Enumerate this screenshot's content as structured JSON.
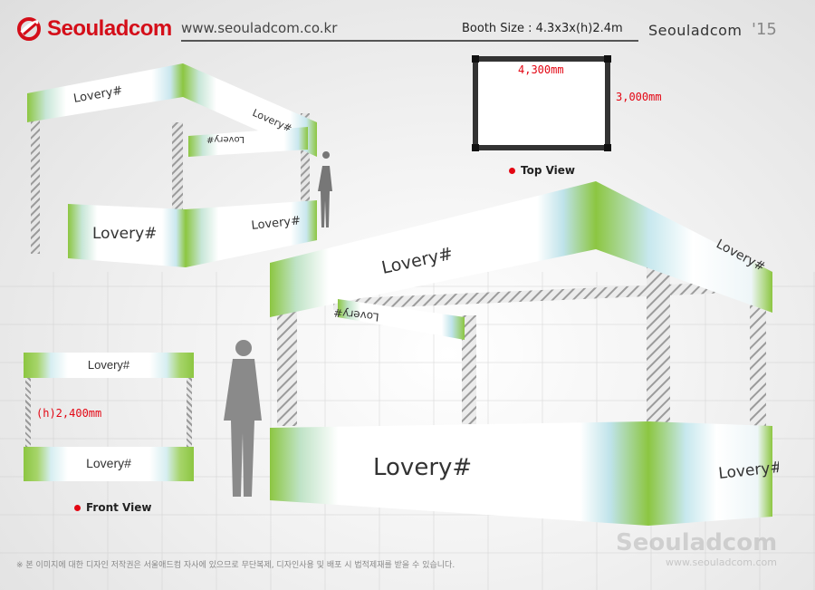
{
  "header": {
    "logo_text": "Seouladcom",
    "site_url": "www.seouladcom.co.kr",
    "booth_size": "Booth Size : 4.3x3x(h)2.4m",
    "brand": "Seouladcom",
    "year": "'15"
  },
  "top_view": {
    "width_label": "4,300mm",
    "depth_label": "3,000mm",
    "label": "Top View"
  },
  "front_view": {
    "banner_top_text": "Lovery#",
    "banner_bottom_text": "Lovery#",
    "height_label": "(h)2,400mm",
    "label": "Front View"
  },
  "booth_small": {
    "top_front_text": "Lovery#",
    "top_side_text": "Lovery#",
    "top_back_text": "Lovery#",
    "counter_front_text": "Lovery#",
    "counter_side_text": "Lovery#"
  },
  "booth_large": {
    "top_front_text": "Lovery#",
    "top_side_text": "Lovery#",
    "top_back_text": "Lovery#",
    "counter_front_text": "Lovery#",
    "counter_side_text": "Lovery#"
  },
  "watermark": {
    "text": "Seouladcom",
    "url": "www.seouladcom.com"
  },
  "notice": "※ 본 이미지에 대한 디자인 저작권은 서울애드컴 자사에 있으므로 무단복제, 디자인사용 및 배포 시 법적제재를 받을 수 있습니다.",
  "colors": {
    "brand_red": "#d40e19",
    "accent_green": "#8cc641",
    "dimension_red": "#e30613"
  }
}
